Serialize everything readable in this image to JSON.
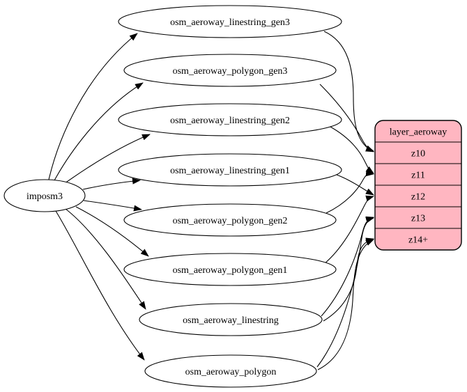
{
  "diagram": {
    "type": "flow-graph",
    "background": "#ffffff",
    "edge_color": "#000000",
    "node_fill": "#ffffff",
    "node_stroke": "#000000",
    "record_fill": "#ffb6c1",
    "record_stroke": "#000000",
    "nodes": [
      {
        "id": "imposm3",
        "label": "imposm3"
      },
      {
        "id": "osm_aeroway_linestring_gen3",
        "label": "osm_aeroway_linestring_gen3"
      },
      {
        "id": "osm_aeroway_polygon_gen3",
        "label": "osm_aeroway_polygon_gen3"
      },
      {
        "id": "osm_aeroway_linestring_gen2",
        "label": "osm_aeroway_linestring_gen2"
      },
      {
        "id": "osm_aeroway_linestring_gen1",
        "label": "osm_aeroway_linestring_gen1"
      },
      {
        "id": "osm_aeroway_polygon_gen2",
        "label": "osm_aeroway_polygon_gen2"
      },
      {
        "id": "osm_aeroway_polygon_gen1",
        "label": "osm_aeroway_polygon_gen1"
      },
      {
        "id": "osm_aeroway_linestring",
        "label": "osm_aeroway_linestring"
      },
      {
        "id": "osm_aeroway_polygon",
        "label": "osm_aeroway_polygon"
      }
    ],
    "record_node": {
      "id": "layer_aeroway",
      "title": "layer_aeroway",
      "rows": [
        "z10",
        "z11",
        "z12",
        "z13",
        "z14+"
      ]
    },
    "edges": [
      {
        "from": "imposm3",
        "to": "osm_aeroway_linestring_gen3"
      },
      {
        "from": "imposm3",
        "to": "osm_aeroway_polygon_gen3"
      },
      {
        "from": "imposm3",
        "to": "osm_aeroway_linestring_gen2"
      },
      {
        "from": "imposm3",
        "to": "osm_aeroway_linestring_gen1"
      },
      {
        "from": "imposm3",
        "to": "osm_aeroway_polygon_gen2"
      },
      {
        "from": "imposm3",
        "to": "osm_aeroway_polygon_gen1"
      },
      {
        "from": "imposm3",
        "to": "osm_aeroway_linestring"
      },
      {
        "from": "imposm3",
        "to": "osm_aeroway_polygon"
      },
      {
        "from": "osm_aeroway_linestring_gen3",
        "to": "layer_aeroway",
        "row": "z10"
      },
      {
        "from": "osm_aeroway_polygon_gen3",
        "to": "layer_aeroway",
        "row": "z10"
      },
      {
        "from": "osm_aeroway_linestring_gen2",
        "to": "layer_aeroway",
        "row": "z11"
      },
      {
        "from": "osm_aeroway_polygon_gen2",
        "to": "layer_aeroway",
        "row": "z11"
      },
      {
        "from": "osm_aeroway_linestring_gen1",
        "to": "layer_aeroway",
        "row": "z12"
      },
      {
        "from": "osm_aeroway_polygon_gen1",
        "to": "layer_aeroway",
        "row": "z12"
      },
      {
        "from": "osm_aeroway_linestring",
        "to": "layer_aeroway",
        "row": "z13"
      },
      {
        "from": "osm_aeroway_polygon",
        "to": "layer_aeroway",
        "row": "z13"
      },
      {
        "from": "osm_aeroway_linestring",
        "to": "layer_aeroway",
        "row": "z14+"
      },
      {
        "from": "osm_aeroway_polygon",
        "to": "layer_aeroway",
        "row": "z14+"
      }
    ]
  }
}
